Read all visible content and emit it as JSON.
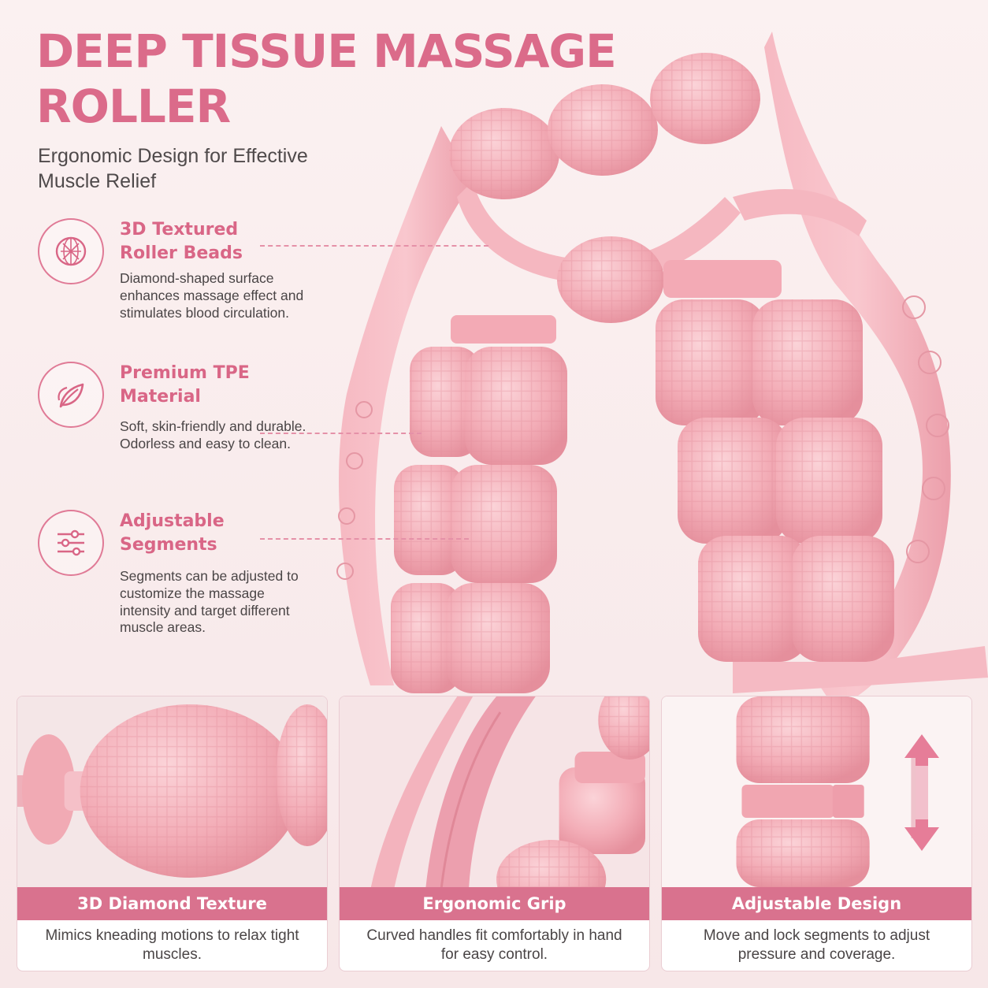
{
  "header": {
    "title": "DEEP TISSUE MASSAGE ROLLER",
    "subtitle": "Ergonomic Design for Effective Muscle Relief"
  },
  "features": [
    {
      "title": "3D Textured Roller Beads",
      "description": "Diamond-shaped surface enhances massage effect and stimulates blood circulation.",
      "icon": "textured-bead-icon"
    },
    {
      "title": "Premium TPE Material",
      "description": "Soft, skin-friendly and durable. Odorless and easy to clean.",
      "icon": "leaf-icon"
    },
    {
      "title": "Adjustable Segments",
      "description": "Segments can be adjusted to customize the massage intensity and target different muscle areas.",
      "icon": "sliders-icon"
    }
  ],
  "cards": [
    {
      "title": "3D Diamond Texture",
      "caption": "Mimics kneading motions to relax tight muscles."
    },
    {
      "title": "Ergonomic Grip",
      "caption": "Curved handles fit comfortably in hand for easy control."
    },
    {
      "title": "Adjustable Design",
      "caption": "Move and lock segments to adjust pressure and coverage."
    }
  ],
  "colors": {
    "accent": "#db6b8a",
    "band": "#d9728e",
    "product_pink": "#f4b3bc",
    "background": "#f9ecec"
  }
}
